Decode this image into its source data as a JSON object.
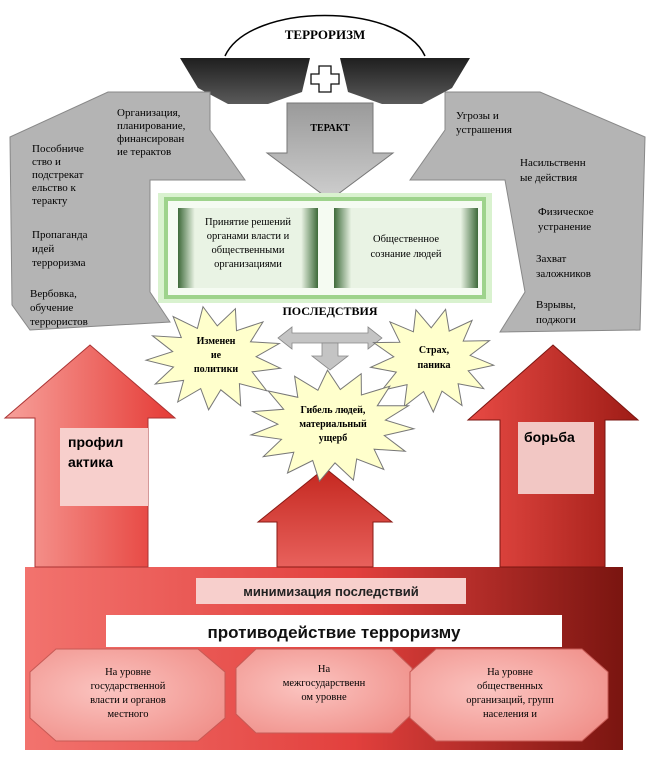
{
  "title": "ТЕРРОРИЗМ",
  "terakt": "ТЕРАКТ",
  "left_panel": {
    "top_item": [
      "Организация,",
      "планирование,",
      "финансирован",
      "ие терактов"
    ],
    "items": [
      [
        "Пособниче",
        "ство и",
        "подстрекат",
        "ельство к",
        "теракту"
      ],
      [
        "Пропаганда",
        "идей",
        "терроризма"
      ],
      [
        "Вербовка,",
        "обучение",
        "террористов"
      ]
    ]
  },
  "right_panel": {
    "items": [
      [
        "Угрозы и",
        "устрашения"
      ],
      [
        "Насильственн",
        "ые действия"
      ],
      [
        "Физическое",
        "устранение"
      ],
      [
        "Захват",
        "заложников"
      ],
      [
        "Взрывы,",
        "поджоги"
      ]
    ]
  },
  "center_box": {
    "left": [
      "Принятие решений",
      "органами власти и",
      "общественными",
      "организациями"
    ],
    "right": [
      "Общественное",
      "сознание людей"
    ]
  },
  "consequences_label": "ПОСЛЕДСТВИЯ",
  "stars": {
    "policy": [
      "Изменен",
      "ие",
      "политики"
    ],
    "fear": [
      "Страх,",
      "паника"
    ],
    "death": [
      "Гибель людей,",
      "материальный",
      "ущерб"
    ]
  },
  "arrows": {
    "prevention": [
      "профил",
      "актика"
    ],
    "struggle": "борьба"
  },
  "bottom": {
    "minimization": "минимизация последствий",
    "counteraction": "противодействие терроризму",
    "levels": [
      [
        "На уровне",
        "государственной",
        "власти и органов",
        "местного"
      ],
      [
        "На",
        "межгосударственн",
        "ом уровне"
      ],
      [
        "На уровне",
        "общественных",
        "организаций, групп",
        "населения и"
      ]
    ]
  },
  "colors": {
    "red_light": "#f4938f",
    "red_mid": "#e8393a",
    "red_dark": "#8a1a14",
    "gray_panel": "#b8b8b8",
    "star_fill": "#ffffcc",
    "green_glow": "#b7e8a8",
    "goggles": "#333333"
  }
}
